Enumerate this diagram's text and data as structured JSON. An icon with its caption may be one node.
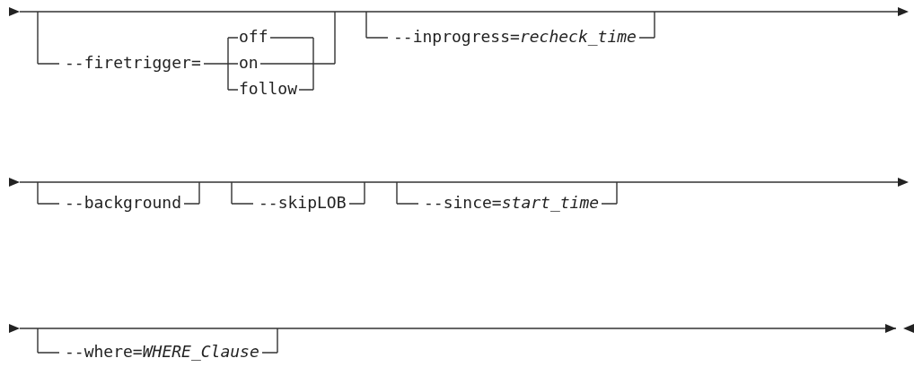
{
  "diagram": {
    "labels": [
      "--firetrigger=",
      "off",
      "on",
      "follow",
      "--inprogress=*recheck_time*",
      "--background",
      "--skipLOB",
      "--since=*start_time*",
      "--where=*WHERE_Clause*"
    ]
  }
}
